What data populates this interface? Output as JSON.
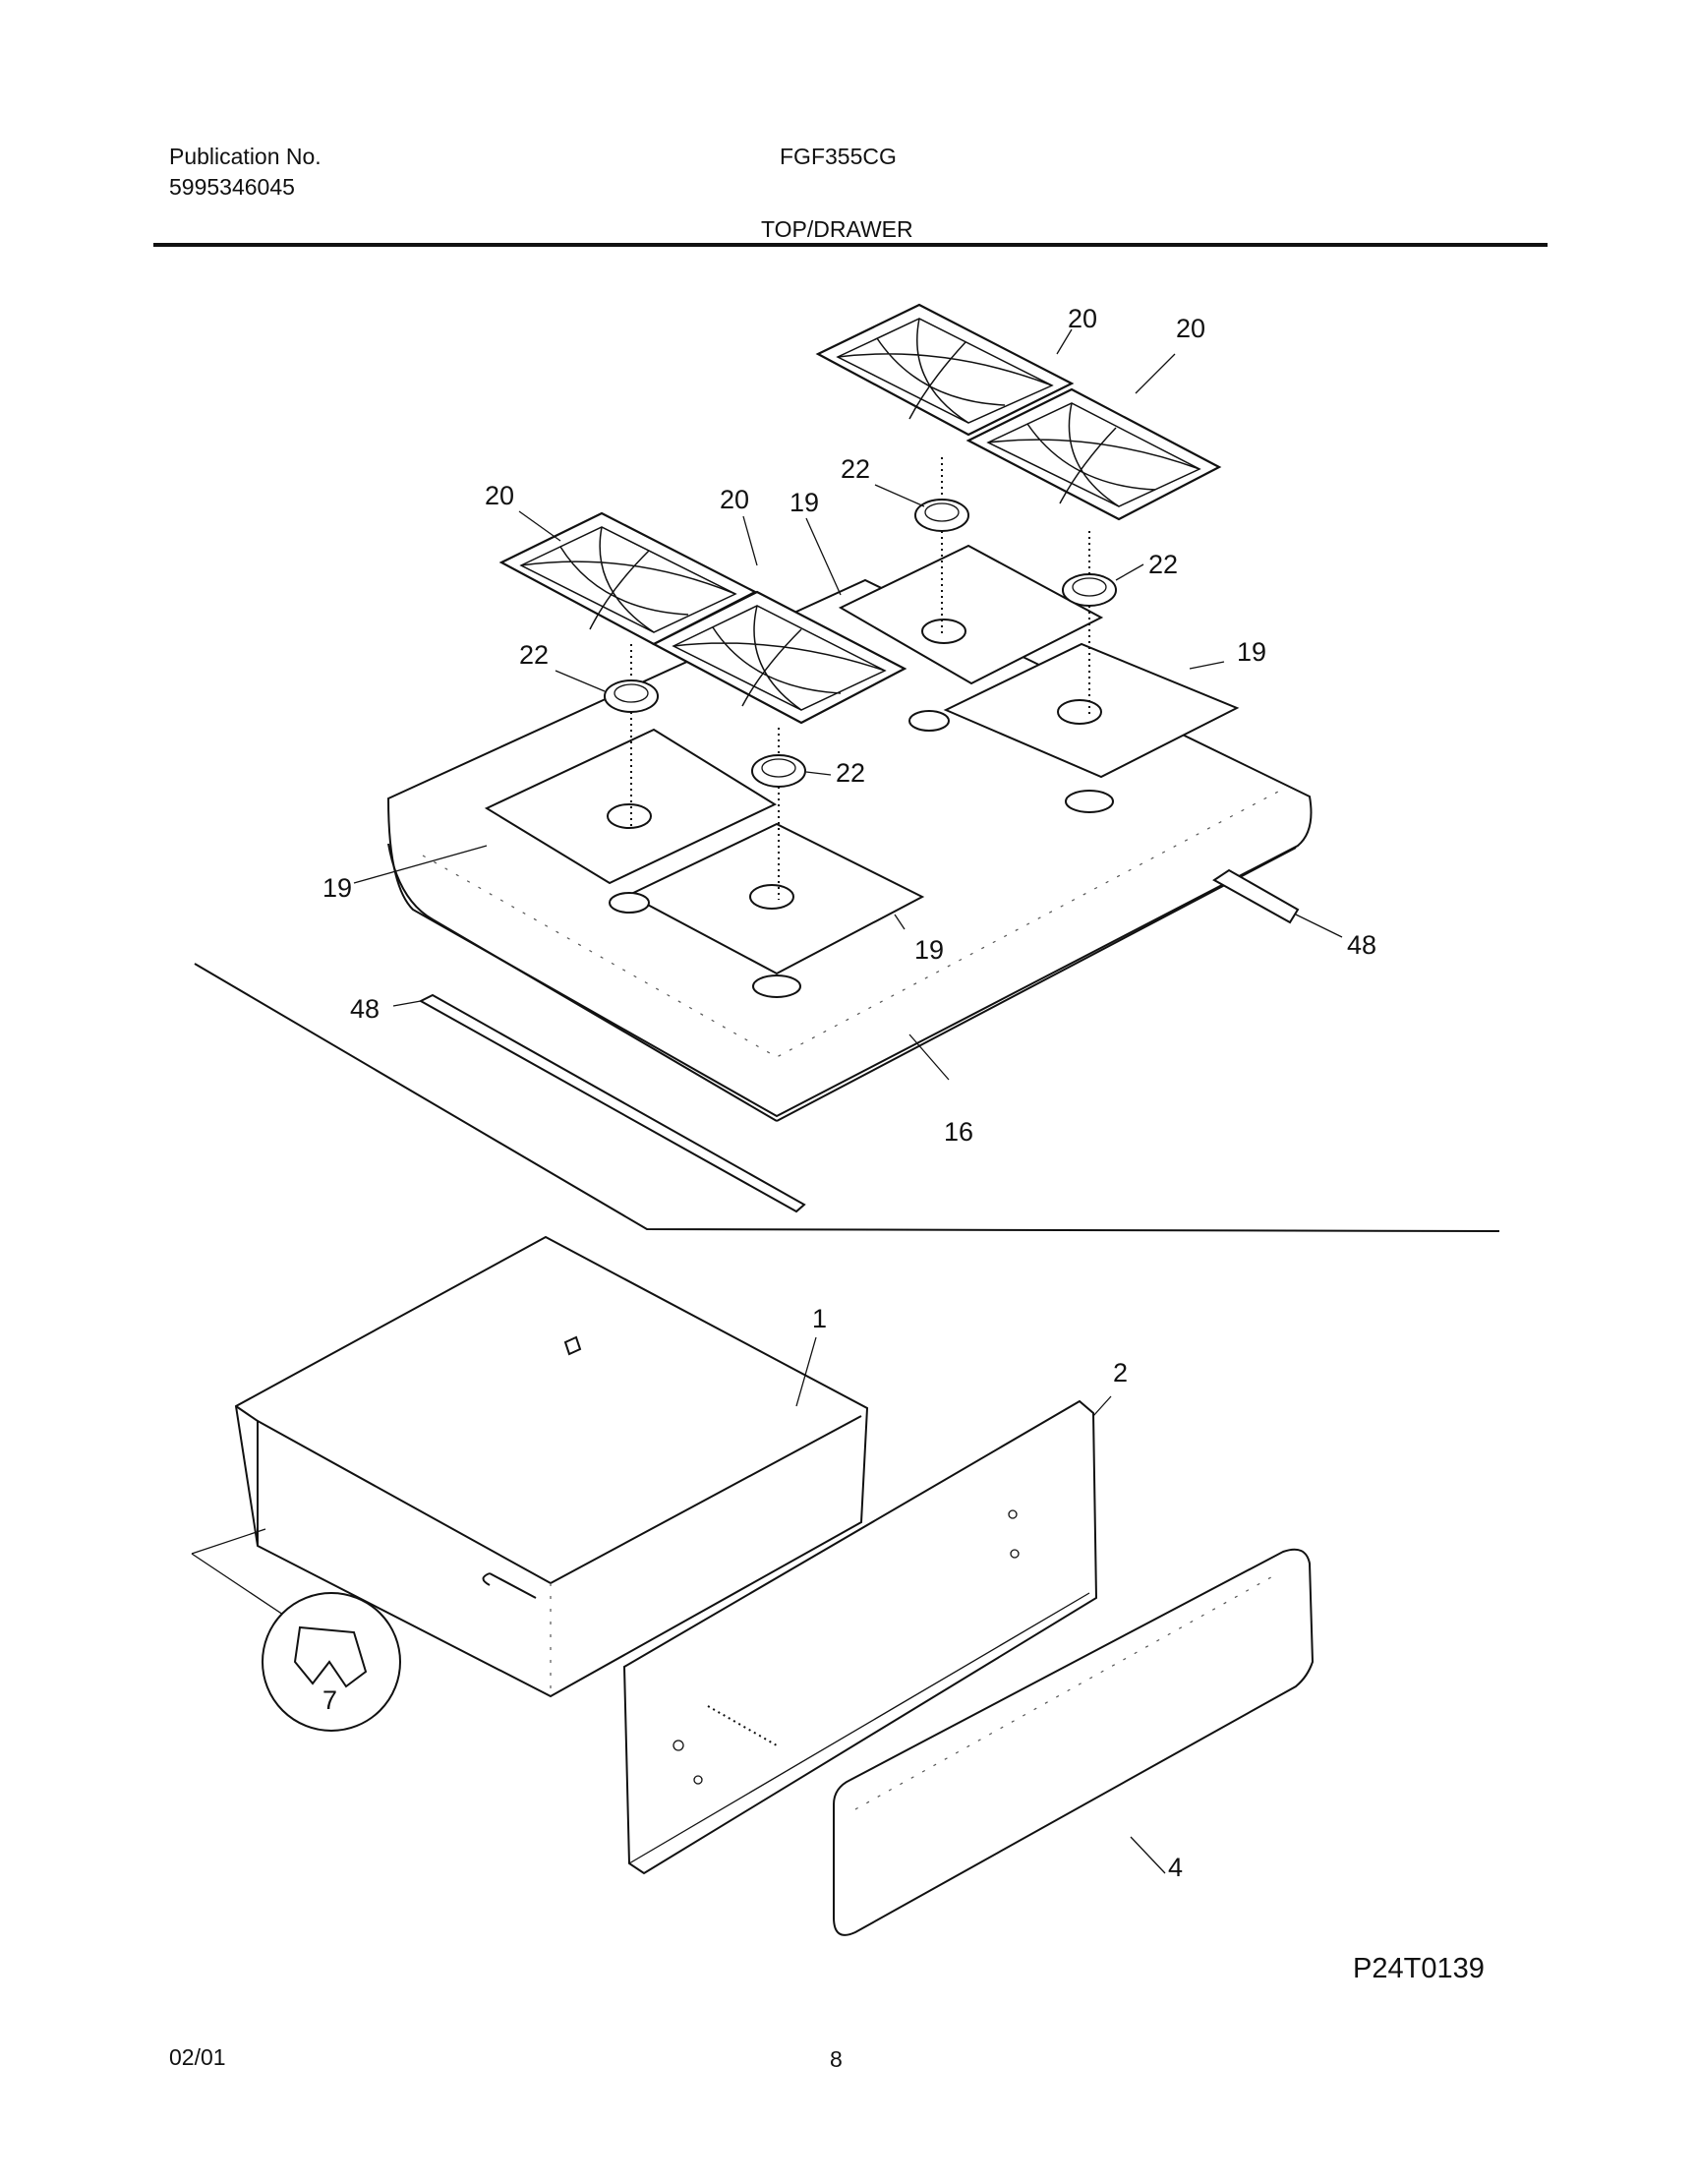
{
  "header": {
    "publication_label": "Publication No.",
    "publication_number": "5995346045",
    "model": "FGF355CG",
    "section_title": "TOP/DRAWER"
  },
  "diagram": {
    "callouts": {
      "grate_a": "20",
      "grate_b": "20",
      "grate_c": "20",
      "grate_d": "20",
      "head_a": "22",
      "head_b": "22",
      "head_c": "22",
      "head_d": "22",
      "pan_a": "19",
      "pan_b": "19",
      "pan_c": "19",
      "pan_d": "19",
      "maintop": "16",
      "trim_left": "48",
      "trim_right": "48",
      "drawer_body": "1",
      "drawer_front_panel": "2",
      "drawer_glide": "7",
      "drawer_face": "4"
    },
    "figure_code": "P24T0139"
  },
  "footer": {
    "date": "02/01",
    "page": "8"
  }
}
